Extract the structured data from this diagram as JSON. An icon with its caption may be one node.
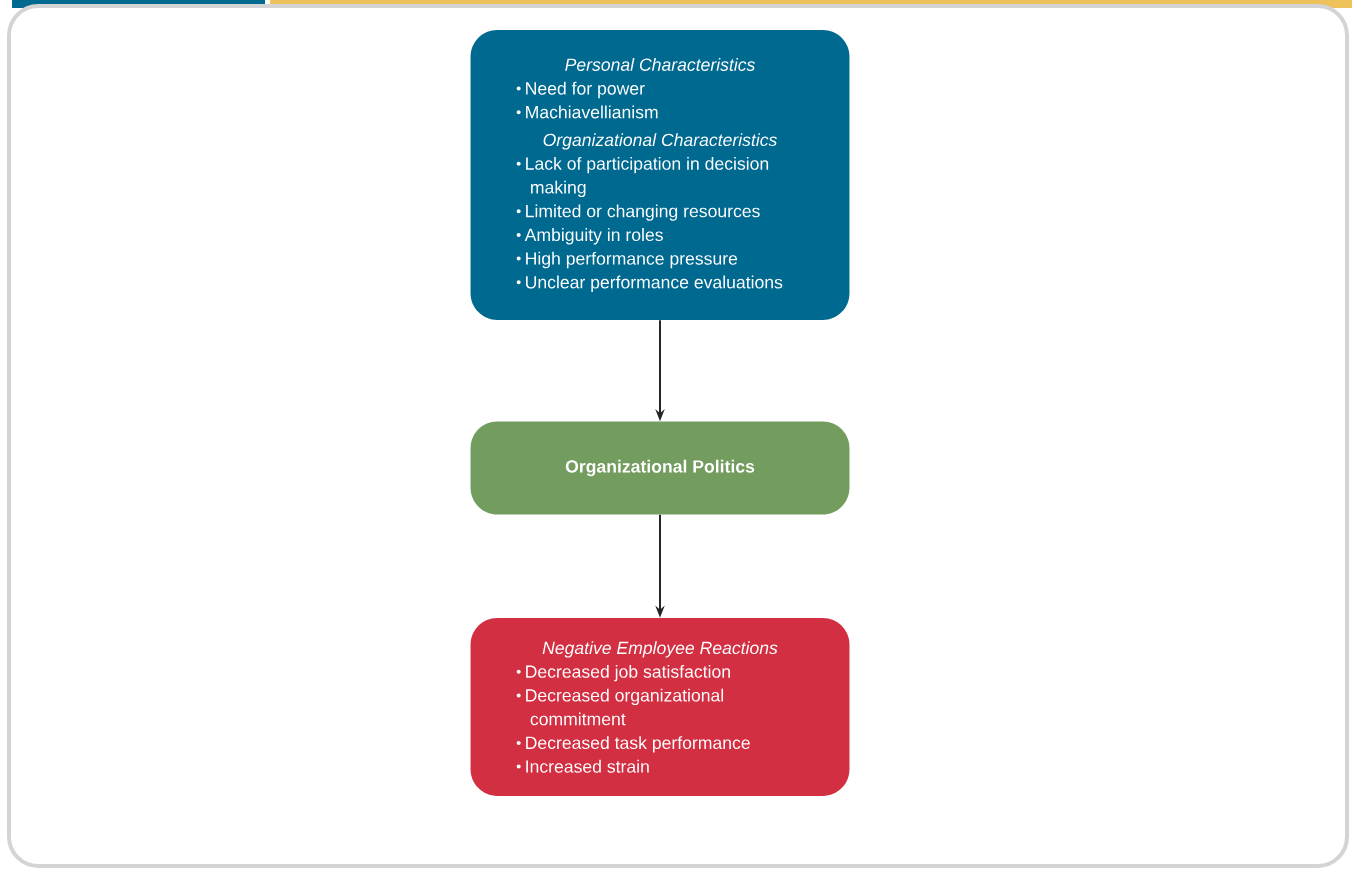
{
  "diagram": {
    "nodes": [
      {
        "text": [
          "Personal Characteristics",
          "Need for power",
          "Machiavellianism",
          "Organizational Characteristics",
          "Lack of participation in decision making",
          "Limited or changing resources",
          "Ambiguity in roles",
          "High performance pressure",
          "Unclear performance evaluations"
        ]
      },
      {
        "text": [
          "Organizational Politics"
        ]
      },
      {
        "text": [
          "Negative Employee Reactions",
          "Decreased job satisfaction",
          "Decreased organizational commitment",
          "Decreased task performance",
          "Increased strain"
        ]
      }
    ],
    "edges": [
      {
        "from": 0,
        "to": 1,
        "arrow": "to"
      },
      {
        "from": 1,
        "to": 2,
        "arrow": "to"
      }
    ]
  }
}
